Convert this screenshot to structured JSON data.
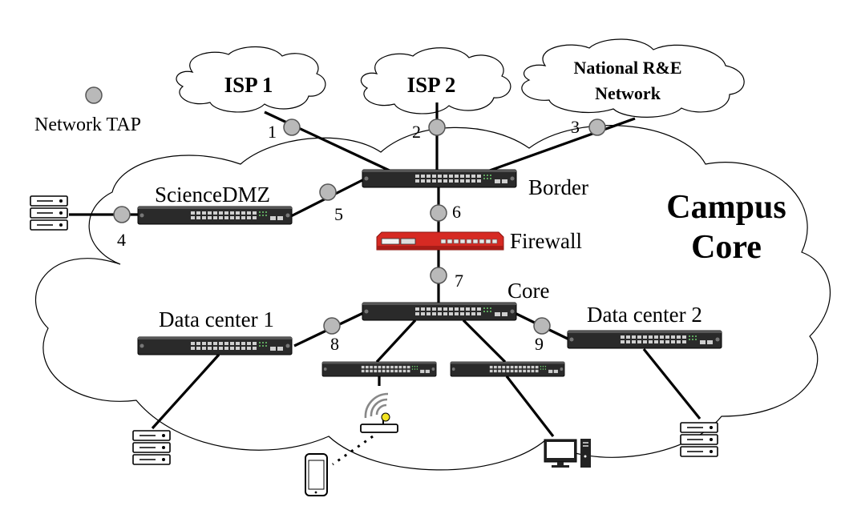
{
  "clouds": {
    "isp1": "ISP 1",
    "isp2": "ISP 2",
    "nren_line1": "National R&E",
    "nren_line2": "Network",
    "campus_line1": "Campus",
    "campus_line2": "Core"
  },
  "legend": {
    "tap_label": "Network TAP"
  },
  "devices": {
    "border": "Border",
    "sciencedmz": "ScienceDMZ",
    "firewall": "Firewall",
    "core": "Core",
    "dc1": "Data center 1",
    "dc2": "Data center 2"
  },
  "taps": [
    "1",
    "2",
    "3",
    "4",
    "5",
    "6",
    "7",
    "8",
    "9"
  ],
  "colors": {
    "tap_fill": "#b9b9b9",
    "firewall_red": "#d62a23",
    "switch_body": "#2b2b2b",
    "accent_yellow": "#f2e422"
  }
}
